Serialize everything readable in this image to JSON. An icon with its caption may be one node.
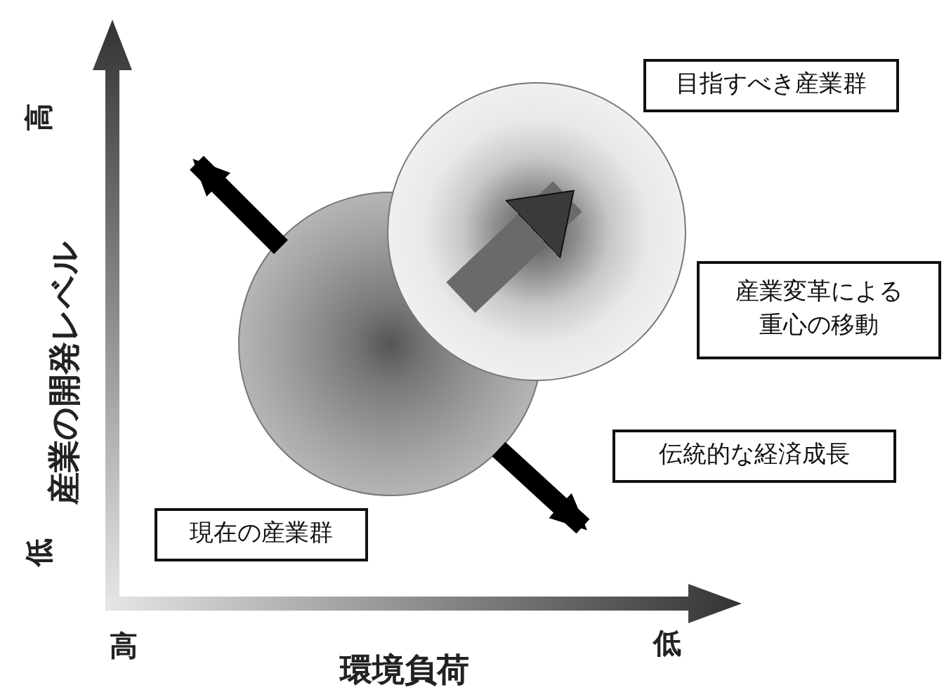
{
  "diagram": {
    "nodes": [
      {
        "text": [
          "目指すべき産業群"
        ]
      },
      {
        "text": [],
        "shape": "circle"
      },
      {
        "text": [],
        "shape": "circle"
      },
      {
        "text": [
          "産業変革による重心の移動"
        ]
      },
      {
        "text": [
          "伝統的な経済成長"
        ]
      },
      {
        "text": [
          "現在の産業群"
        ]
      }
    ],
    "edges": [
      {
        "from": 1,
        "to": 2,
        "arrow": "to",
        "style": "thick",
        "color": "#6a6a6a"
      },
      {
        "from": 1,
        "to": null,
        "arrow": "to"
      },
      {
        "from": 1,
        "to": 4,
        "arrow": "to"
      }
    ],
    "labels": [
      "高",
      "産業の開発レベル",
      "低",
      "高",
      "低",
      "環境負荷"
    ]
  }
}
